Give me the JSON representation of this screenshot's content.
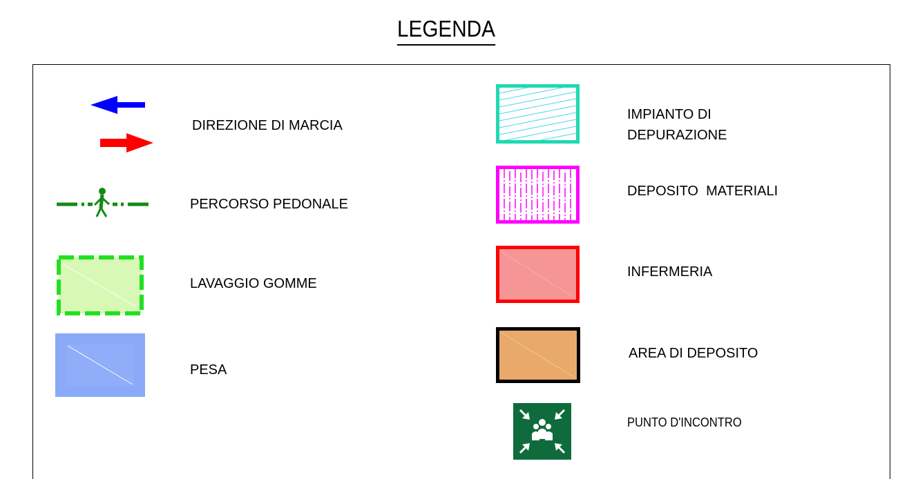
{
  "title": "LEGENDA",
  "items": {
    "direzione": "DIREZIONE DI MARCIA",
    "percorso": "PERCORSO PEDONALE",
    "lavaggio": "LAVAGGIO GOMME",
    "pesa": "PESA",
    "impianto_line1": "IMPIANTO DI",
    "impianto_line2": "DEPURAZIONE",
    "deposito_materiali": "DEPOSITO  MATERIALI",
    "infermeria": "INFERMERIA",
    "area_deposito": "AREA DI DEPOSITO",
    "punto_incontro": "PUNTO D'INCONTRO"
  },
  "colors": {
    "arrow_left": "#0000ff",
    "arrow_right": "#ff0000",
    "pedestrian": "#138a13",
    "lavaggio_fill": "#d8f9b6",
    "lavaggio_border": "#22e020",
    "pesa_fill": "#8aaaf8",
    "impianto_border": "#1fd9b0",
    "impianto_hatch": "#3fd6f0",
    "deposito_border": "#ff00ff",
    "infermeria_fill": "#f59595",
    "infermeria_border": "#ff0000",
    "area_fill": "#e8a96a",
    "punto_fill": "#0f6b3c"
  },
  "icons": [
    "arrow-left-icon",
    "arrow-right-icon",
    "pedestrian-icon",
    "assembly-point-icon"
  ]
}
